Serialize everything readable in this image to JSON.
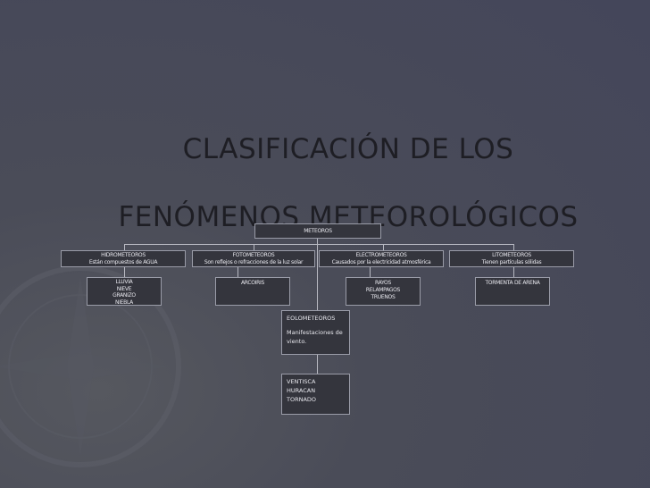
{
  "title": {
    "line1": "CLASIFICACIÓN DE LOS",
    "line2": "FENÓMENOS METEOROLÓGICOS"
  },
  "diagram": {
    "root": "METEOROS",
    "categories": [
      {
        "heading": "HIDROMETEOROS",
        "subtitle": "Están compuestos de AGUA",
        "examples": [
          "LLUVIA",
          "NIEVE",
          "GRANIZO",
          "NIEBLA"
        ]
      },
      {
        "heading": "FOTOMETEOROS",
        "subtitle": "Son reflejos o refracciones de la luz solar",
        "examples": [
          "ARCOIRIS"
        ]
      },
      {
        "heading": "ELECTROMETEOROS",
        "subtitle": "Causados por la electricidad atmosférica",
        "examples": [
          "RAYOS",
          "RELAMPAGOS",
          "TRUENOS"
        ]
      },
      {
        "heading": "LITOMETEOROS",
        "subtitle": "Tienen partículas sólidas",
        "examples": [
          "TORMENTA DE ARENA"
        ]
      }
    ],
    "eolo": {
      "heading": "EOLOMETEOROS",
      "description": "Manifestaciones de viento.",
      "examples": [
        "VENTISCA",
        "HURACAN",
        "TORNADO"
      ]
    }
  },
  "colors": {
    "background": "#4d4f5c",
    "box_fill": "#34353d",
    "box_border": "#9a9ca8",
    "title_text": "#1e1e24"
  }
}
